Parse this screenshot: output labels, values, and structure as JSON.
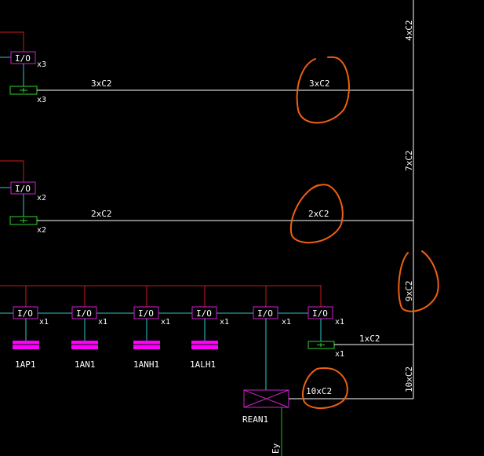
{
  "colors": {
    "background": "#000000",
    "wire_white": "#ffffff",
    "wire_red": "#d01818",
    "wire_cyan": "#30c8c8",
    "wire_green": "#20c020",
    "module_magenta": "#d020d0",
    "sensor_green": "#30d030",
    "bar_magenta": "#ff00ff",
    "annotation_orange": "#f06010"
  },
  "icons": {
    "rean_box": "crossed-box-icon",
    "sensor": "sensor-icon",
    "bar": "actuator-bar-icon"
  },
  "io_label": "I/O",
  "modules_top": [
    {
      "mult": "x3",
      "sensor_mult": "x3"
    },
    {
      "mult": "x2",
      "sensor_mult": "x2"
    }
  ],
  "cables": {
    "row1": "3xC2",
    "row1_circled": "3xC2",
    "row2": "2xC2",
    "row2_circled": "2xC2",
    "row3": "1xC2",
    "rean": "10xC2"
  },
  "bus_vertical_labels": [
    "4xC2",
    "7xC2",
    "9xC2",
    "10xC2"
  ],
  "bottom_modules": [
    {
      "mult": "x1",
      "name": "1AP1"
    },
    {
      "mult": "x1",
      "name": "1AN1"
    },
    {
      "mult": "x1",
      "name": "1ANH1"
    },
    {
      "mult": "x1",
      "name": "1ALH1"
    },
    {
      "mult": "x1",
      "name": ""
    },
    {
      "mult": "x1",
      "name": "",
      "sensor_mult": "x1"
    }
  ],
  "rean_label": "REAN1",
  "green_cable_label": "Ey"
}
